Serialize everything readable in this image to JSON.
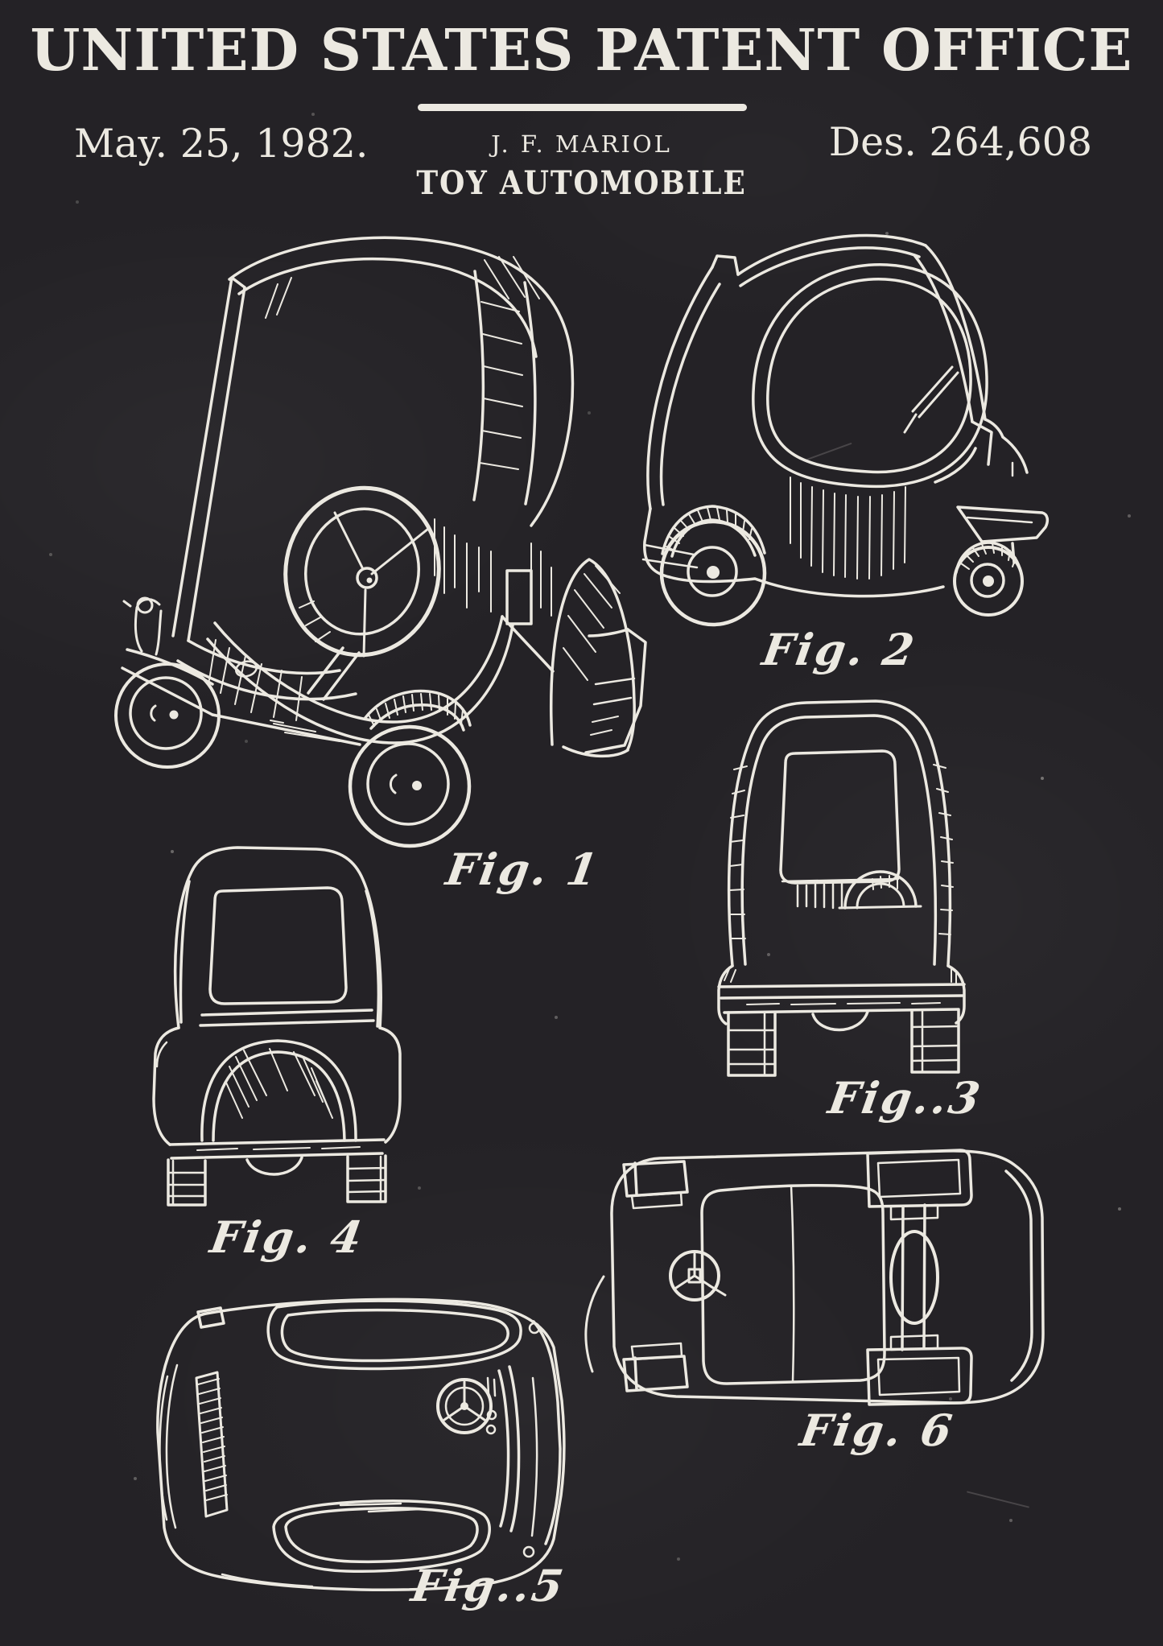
{
  "header": {
    "title": "UNITED STATES PATENT OFFICE",
    "date": "May. 25, 1982.",
    "inventor": "J. F. MARIOL",
    "patent_number": "Des. 264,608",
    "subtitle": "TOY AUTOMOBILE"
  },
  "figures": [
    {
      "label": "Fig. 1"
    },
    {
      "label": "Fig. 2"
    },
    {
      "label": "Fig..3"
    },
    {
      "label": "Fig. 4"
    },
    {
      "label": "Fig..5"
    },
    {
      "label": "Fig. 6"
    }
  ],
  "colors": {
    "background": "#242226",
    "chalk": "#ece9e1"
  }
}
